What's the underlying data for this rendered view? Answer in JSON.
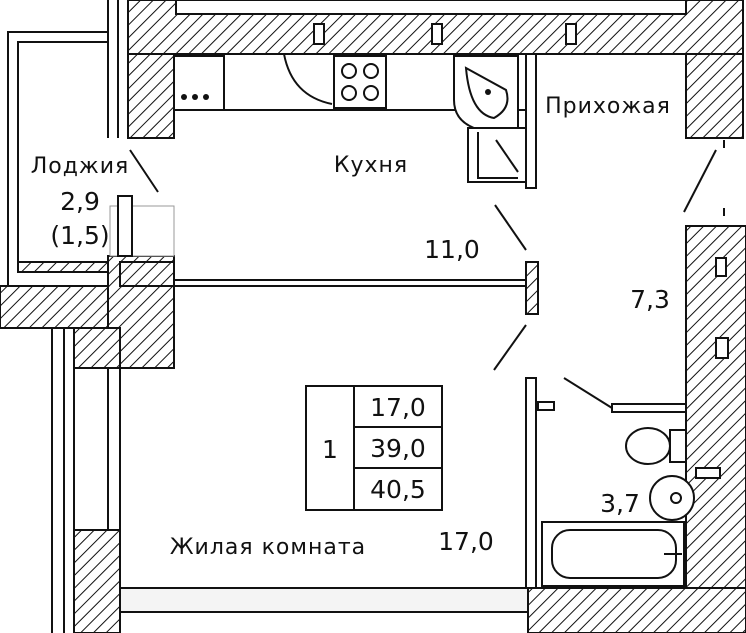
{
  "rooms": {
    "loggia": {
      "name": "Лоджия",
      "area": "2,9",
      "area_reduced": "(1,5)"
    },
    "kitchen": {
      "name": "Кухня",
      "area": "11,0"
    },
    "hallway": {
      "name": "Прихожая",
      "area": "7,3"
    },
    "living": {
      "name": "Жилая комната",
      "area": "17,0"
    },
    "bathroom": {
      "area": "3,7"
    }
  },
  "summary": {
    "rooms_count": "1",
    "living_area": "17,0",
    "total_area": "39,0",
    "total_with_loggia": "40,5"
  }
}
